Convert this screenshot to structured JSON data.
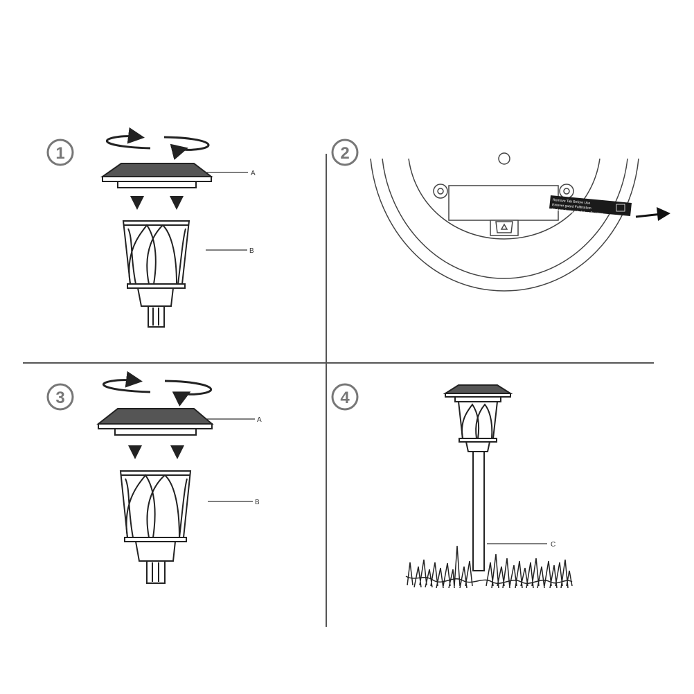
{
  "steps": [
    {
      "number": "1",
      "labels": {
        "a": "A",
        "b": "B"
      }
    },
    {
      "number": "2",
      "tab_lines": [
        "Remove Tab Before Use",
        "Entever guard Fulltisation",
        "Stober L  Longuete Arbes Be Unar"
      ]
    },
    {
      "number": "3",
      "labels": {
        "a": "A",
        "b": "B"
      }
    },
    {
      "number": "4",
      "labels": {
        "c": "C"
      }
    }
  ],
  "colors": {
    "line": "#333333",
    "divider": "#555555",
    "step_circle": "#777777",
    "tab_fill": "#1a1a1a",
    "cap_top": "#555555"
  }
}
